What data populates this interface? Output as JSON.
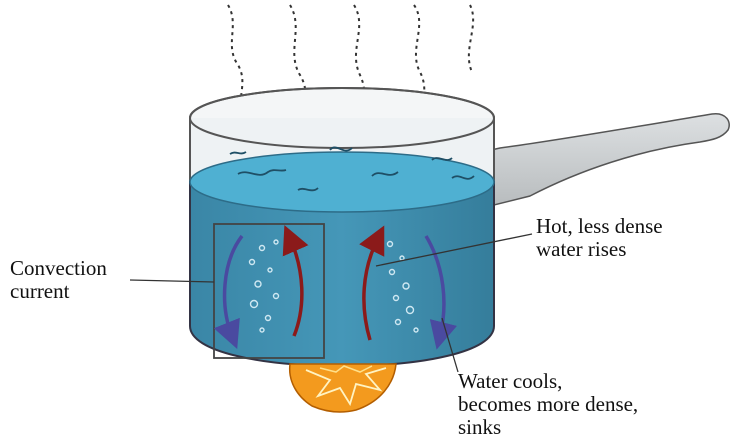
{
  "labels": {
    "convection": [
      "Convection",
      "current"
    ],
    "hot": [
      "Hot, less dense",
      "water rises"
    ],
    "cool": [
      "Water cools,",
      "becomes more dense,",
      "sinks"
    ]
  },
  "colors": {
    "water_dark": "#3f8fae",
    "water_surface": "#4faed0",
    "pot_rim": "#e7ecef",
    "handle": "#c8ccce",
    "arrow_hot": "#8b1a1a",
    "arrow_cold": "#4a4aa0",
    "flame": "#f39a1e",
    "text": "#111111"
  },
  "icons": [
    "steam-lines",
    "bubbles",
    "flame-icon"
  ]
}
